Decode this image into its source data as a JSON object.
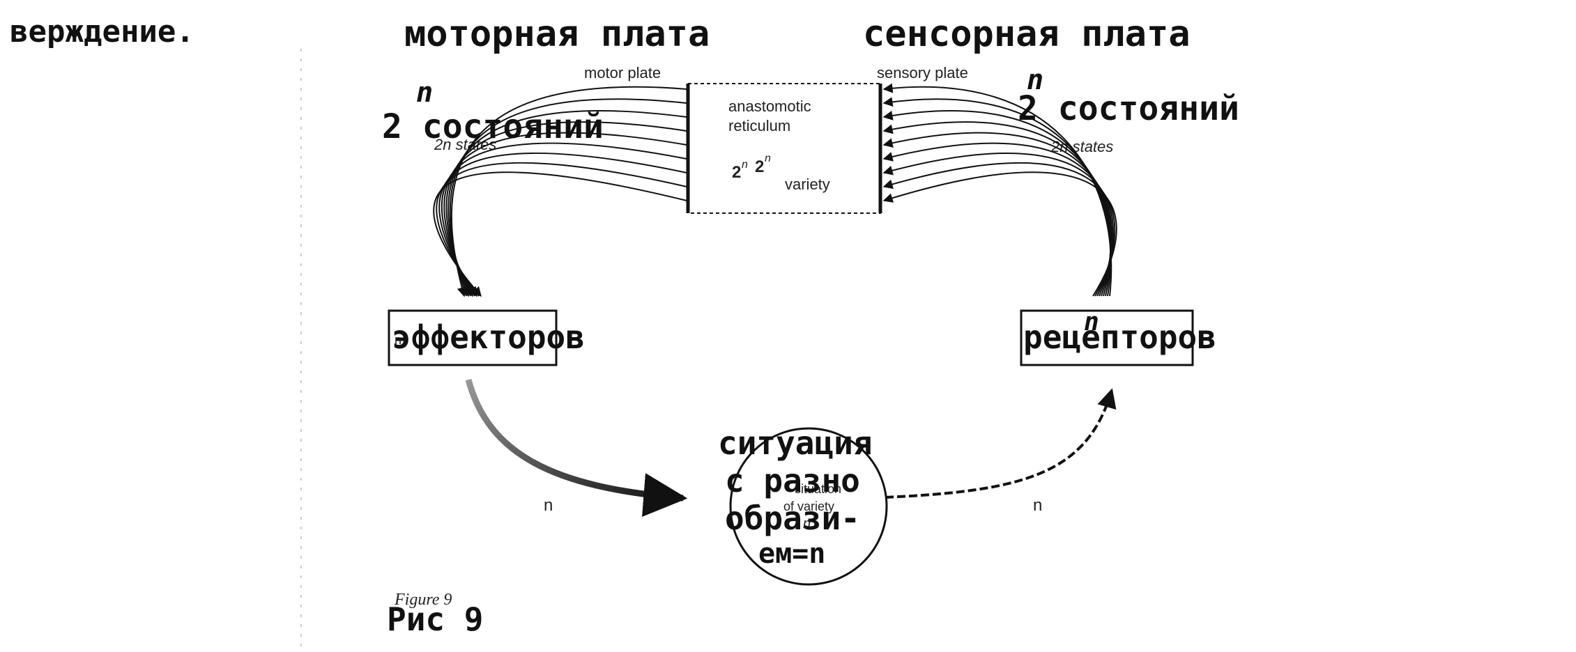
{
  "page_text": {
    "continuation": "верждение."
  },
  "diagram": {
    "motor_plate_ru": "моторная плата",
    "motor_plate_en": "motor plate",
    "sensory_plate_ru": "сенсорная плата",
    "sensory_plate_en": "sensory plate",
    "left_states_exp": "n",
    "left_states_ru": "2 состояний",
    "left_states_en": "2n states",
    "right_states_exp": "n",
    "right_states_ru": "2 состояний",
    "right_states_en": "2n states",
    "reticulum_line1": "anastomotic",
    "reticulum_line2": "reticulum",
    "reticulum_variety_base": "2",
    "reticulum_variety_exp1": "n",
    "reticulum_variety_mid": "2",
    "reticulum_variety_exp2": "n",
    "reticulum_variety_word": "variety",
    "effectors_ru": "эффекторов",
    "effectors_prefix": "n",
    "receptors_ru": "рецепторов",
    "receptors_prefix": "n",
    "situation_ru_line1": "ситуация",
    "situation_ru_line2": "с разно",
    "situation_ru_line3": "образи-",
    "situation_ru_line4": "ем=n",
    "situation_en_line1": "situation",
    "situation_en_line2": "of variety",
    "situation_en_line3": "n",
    "left_flow_label": "n",
    "right_flow_label": "n"
  },
  "caption": {
    "en": "Figure 9",
    "ru": "Рис 9"
  },
  "colors": {
    "ink": "#111111",
    "paper": "#ffffff"
  }
}
